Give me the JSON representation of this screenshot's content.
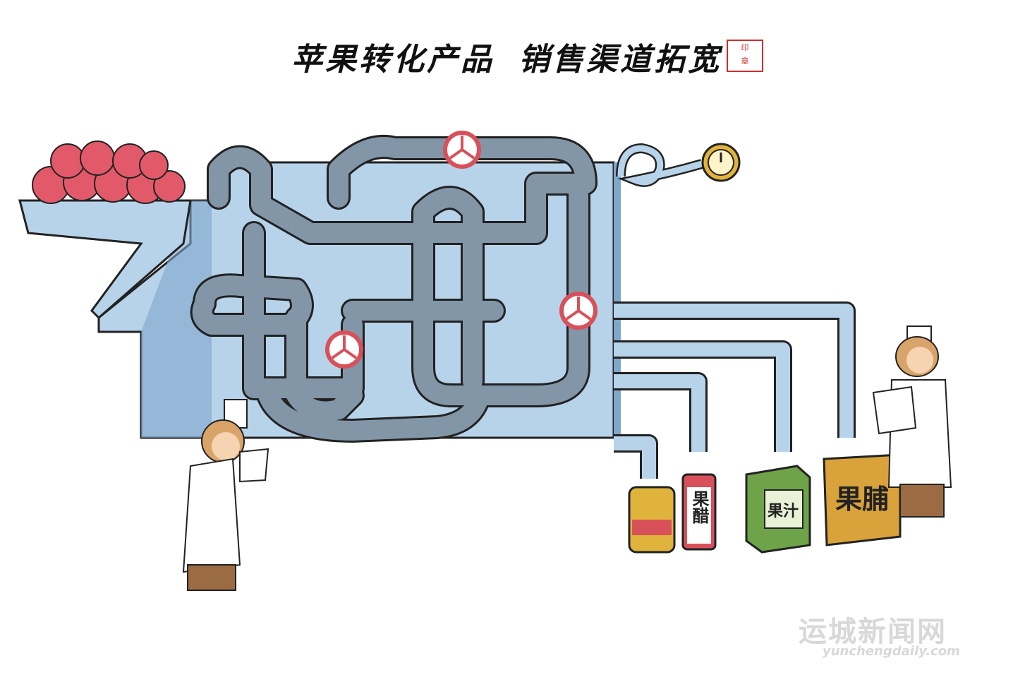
{
  "title": {
    "part1": "苹果转化产品",
    "part2": "销售渠道拓宽"
  },
  "products": {
    "vinegar": "果醋",
    "juice": "果汁",
    "dried": "果脯"
  },
  "watermark": {
    "name": "运城新闻网",
    "url": "yunchengdaily.com"
  },
  "colors": {
    "machine": "#b7d3ea",
    "machine_shadow": "#7fa7cc",
    "pipe": "#8396a8",
    "valve": "#d8505a",
    "apple": "#e25a6a",
    "gold": "#e0b43c",
    "green_box": "#6ea34a",
    "sack": "#d9a23a"
  },
  "icons": [
    "apple-icon",
    "valve-wheel-icon",
    "pressure-gauge-icon",
    "chef-icon",
    "clipboard-icon"
  ]
}
